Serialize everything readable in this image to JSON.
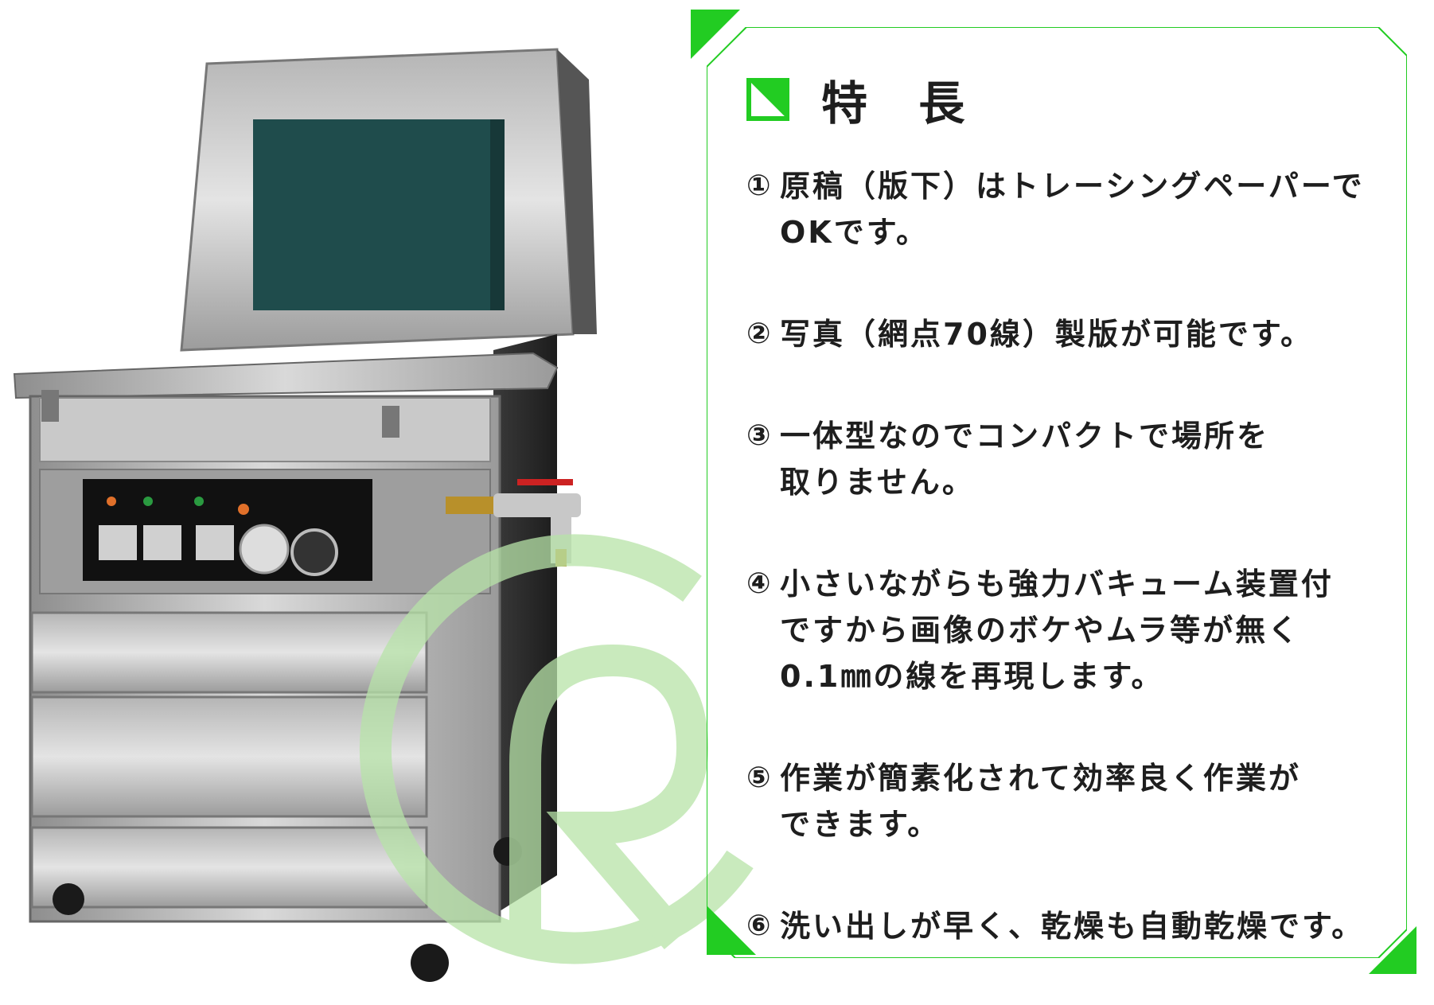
{
  "heading": {
    "title": "特 長"
  },
  "features": [
    {
      "num": "①",
      "text": "原稿（版下）はトレーシングペーパーで\nOKです。"
    },
    {
      "num": "②",
      "text": "写真（網点70線）製版が可能です。"
    },
    {
      "num": "③",
      "text": "一体型なのでコンパクトで場所を\n取りません。"
    },
    {
      "num": "④",
      "text": "小さいながらも強力バキューム装置付\nですから画像のボケやムラ等が無く\n0.1㎜の線を再現します。"
    },
    {
      "num": "⑤",
      "text": "作業が簡素化されて効率良く作業が\nできます。"
    },
    {
      "num": "⑥",
      "text": "洗い出しが早く、乾燥も自動乾燥です。"
    }
  ],
  "colors": {
    "accent": "#22cc22",
    "text": "#1e1e1e",
    "watermark": "#b7e3a8"
  },
  "icons": {
    "heading": "green-triangle-square-icon"
  }
}
